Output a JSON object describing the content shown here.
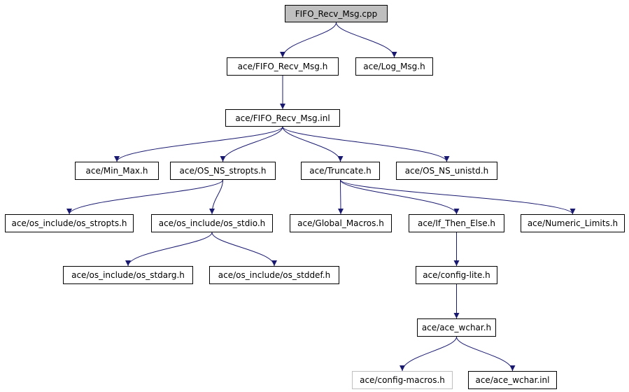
{
  "graph": {
    "edge_color": "#191970",
    "root_fill": "#bfbfbf",
    "unlinked_border": "#bfbfbf",
    "nodes": {
      "fifo_recv_msg_cpp": "FIFO_Recv_Msg.cpp",
      "fifo_recv_msg_h": "ace/FIFO_Recv_Msg.h",
      "log_msg_h": "ace/Log_Msg.h",
      "fifo_recv_msg_inl": "ace/FIFO_Recv_Msg.inl",
      "min_max_h": "ace/Min_Max.h",
      "os_ns_stropts_h": "ace/OS_NS_stropts.h",
      "truncate_h": "ace/Truncate.h",
      "os_ns_unistd_h": "ace/OS_NS_unistd.h",
      "os_stropts_h": "ace/os_include/os_stropts.h",
      "os_stdio_h": "ace/os_include/os_stdio.h",
      "global_macros_h": "ace/Global_Macros.h",
      "if_then_else_h": "ace/If_Then_Else.h",
      "numeric_limits_h": "ace/Numeric_Limits.h",
      "os_stdarg_h": "ace/os_include/os_stdarg.h",
      "os_stddef_h": "ace/os_include/os_stddef.h",
      "config_lite_h": "ace/config-lite.h",
      "ace_wchar_h": "ace/ace_wchar.h",
      "config_macros_h": "ace/config-macros.h",
      "ace_wchar_inl": "ace/ace_wchar.inl"
    },
    "edges": [
      [
        "fifo_recv_msg_cpp",
        "fifo_recv_msg_h"
      ],
      [
        "fifo_recv_msg_cpp",
        "log_msg_h"
      ],
      [
        "fifo_recv_msg_h",
        "fifo_recv_msg_inl"
      ],
      [
        "fifo_recv_msg_inl",
        "min_max_h"
      ],
      [
        "fifo_recv_msg_inl",
        "os_ns_stropts_h"
      ],
      [
        "fifo_recv_msg_inl",
        "truncate_h"
      ],
      [
        "fifo_recv_msg_inl",
        "os_ns_unistd_h"
      ],
      [
        "os_ns_stropts_h",
        "os_stropts_h"
      ],
      [
        "os_ns_stropts_h",
        "os_stdio_h"
      ],
      [
        "truncate_h",
        "global_macros_h"
      ],
      [
        "truncate_h",
        "if_then_else_h"
      ],
      [
        "truncate_h",
        "numeric_limits_h"
      ],
      [
        "os_stdio_h",
        "os_stdarg_h"
      ],
      [
        "os_stdio_h",
        "os_stddef_h"
      ],
      [
        "if_then_else_h",
        "config_lite_h"
      ],
      [
        "config_lite_h",
        "ace_wchar_h"
      ],
      [
        "ace_wchar_h",
        "config_macros_h"
      ],
      [
        "ace_wchar_h",
        "ace_wchar_inl"
      ]
    ]
  }
}
